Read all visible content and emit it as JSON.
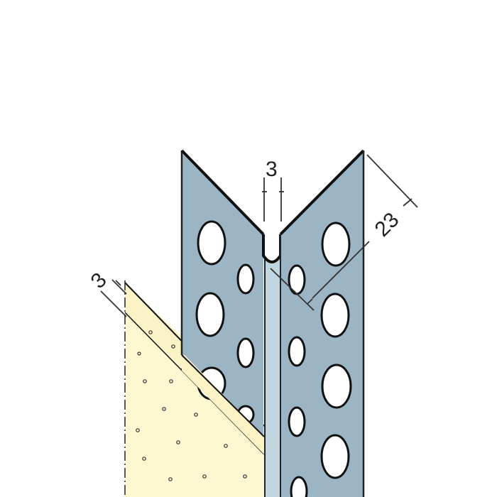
{
  "diagram": {
    "type": "technical-drawing",
    "subject": "corner bead profile with perforated wings and plaster layer",
    "colors": {
      "background": "#ffffff",
      "metal": "#9bb5c4",
      "metal_nose": "#c3d6e0",
      "plaster": "#fdf8d2",
      "plaster_edge": "#fbf3c6",
      "outline": "#111111",
      "dimension_line": "#333333"
    },
    "dimensions": {
      "nose_gap": "3",
      "wing_width": "23",
      "plaster_thickness": "3"
    }
  }
}
